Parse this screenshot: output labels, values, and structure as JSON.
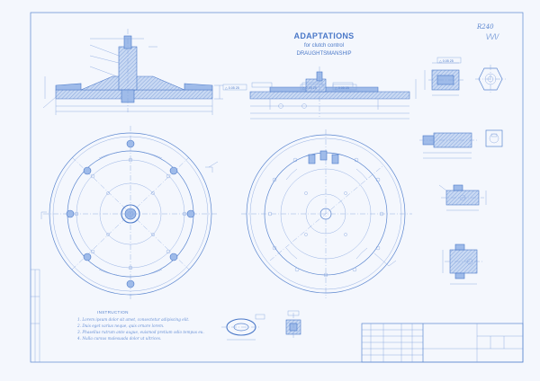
{
  "title_block": {
    "title": "ADAPTATIONS",
    "subtitle": "for clutch control",
    "caption": "DRAUGHTSMANSHIP"
  },
  "corner_note": {
    "line1": "R240",
    "line2": "\\/\\/\\/"
  },
  "instructions": {
    "heading": "INSTRUCTION",
    "items": [
      "1. Lorem ipsum dolor sit amet, consectetur adipiscing elit.",
      "2. Duis eget varius neque, quis ornare lorem.",
      "3. Phasellus rutrum ante augue, euismod pretium odio tempus eu.",
      "4. Nulla cursus malesuada dolor ut ultrices."
    ]
  },
  "callouts": {
    "tag_a": "△ 0.05 25",
    "tag_b": "△ 0.05 25",
    "tag_c": "△ 0.05 25",
    "tag_d": "△ 0.05 25"
  },
  "colors": {
    "paper": "#f4f7fd",
    "ink": "#4a78c8",
    "ink_light": "#7fa0dc",
    "part_fill": "#9fbbe9"
  }
}
